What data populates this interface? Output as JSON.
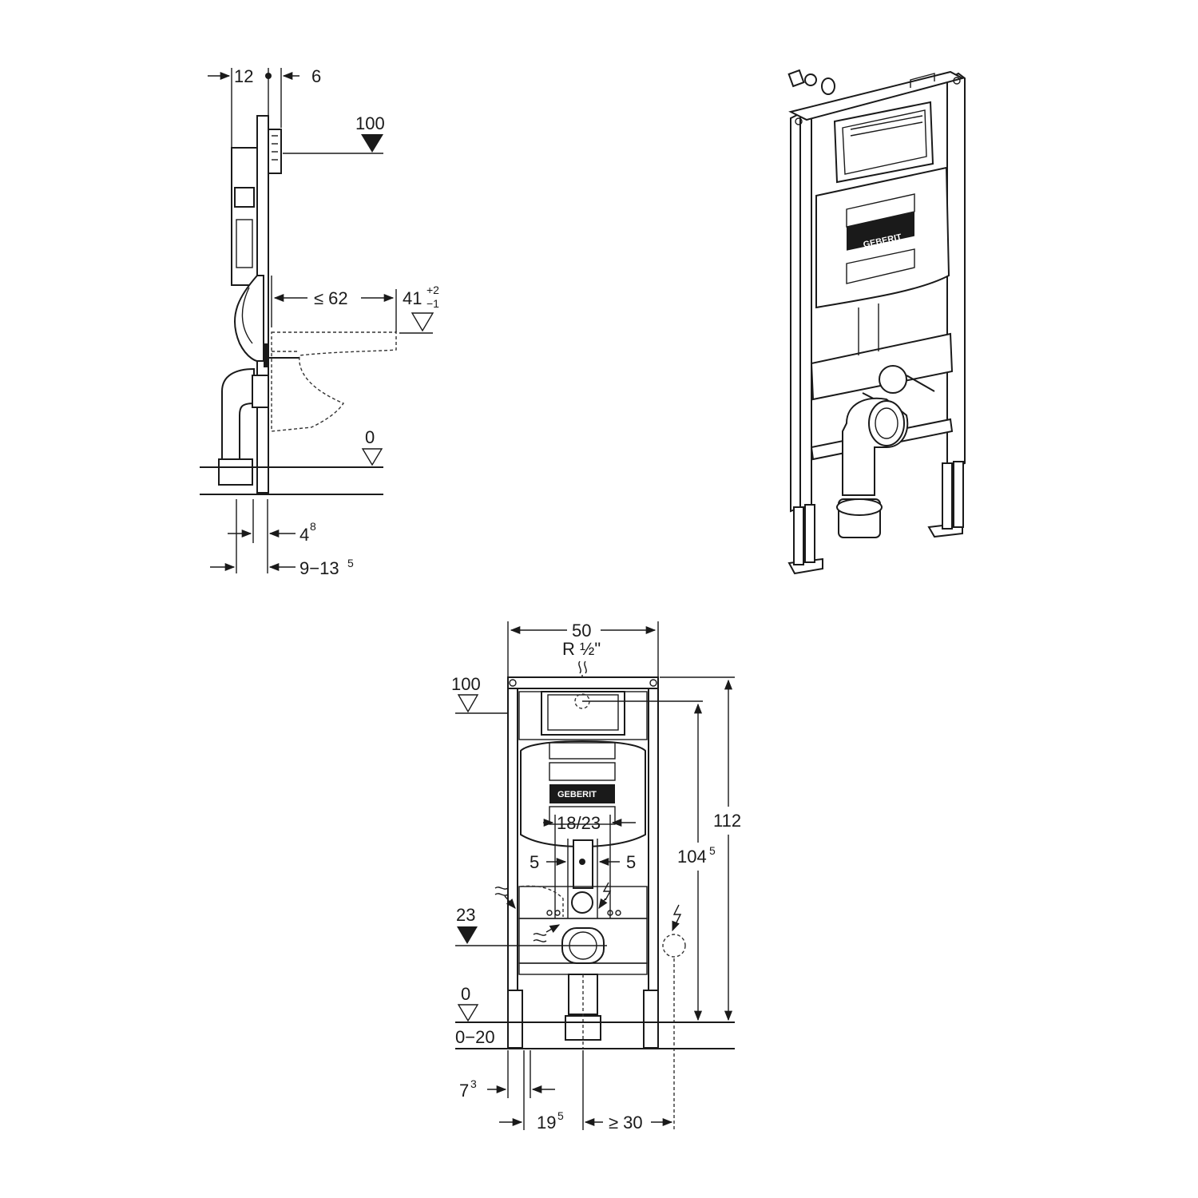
{
  "side_view": {
    "dim_12": "12",
    "dim_6": "6",
    "level_100": "100",
    "dim_le62": "≤ 62",
    "dim_41": "41",
    "tol_plus": "+2",
    "tol_minus": "−1",
    "level_0": "0",
    "dim_4": "4",
    "dim_4_sup": "8",
    "dim_9_13": "9−13",
    "dim_9_13_sup": "5"
  },
  "front_view": {
    "dim_50": "50",
    "thread": "R ½\"",
    "level_100": "100",
    "dim_18_23": "18/23",
    "dim_5_left": "5",
    "dim_5_right": "5",
    "dim_112": "112",
    "dim_104": "104",
    "dim_104_sup": "5",
    "level_23": "23",
    "level_0": "0",
    "dim_0_20": "0−20",
    "dim_7": "7",
    "dim_7_sup": "3",
    "dim_19": "19",
    "dim_19_sup": "5",
    "dim_ge30": "≥ 30"
  },
  "brand": {
    "logo_front": "GEBERIT",
    "logo_iso": "GEBERIT"
  }
}
